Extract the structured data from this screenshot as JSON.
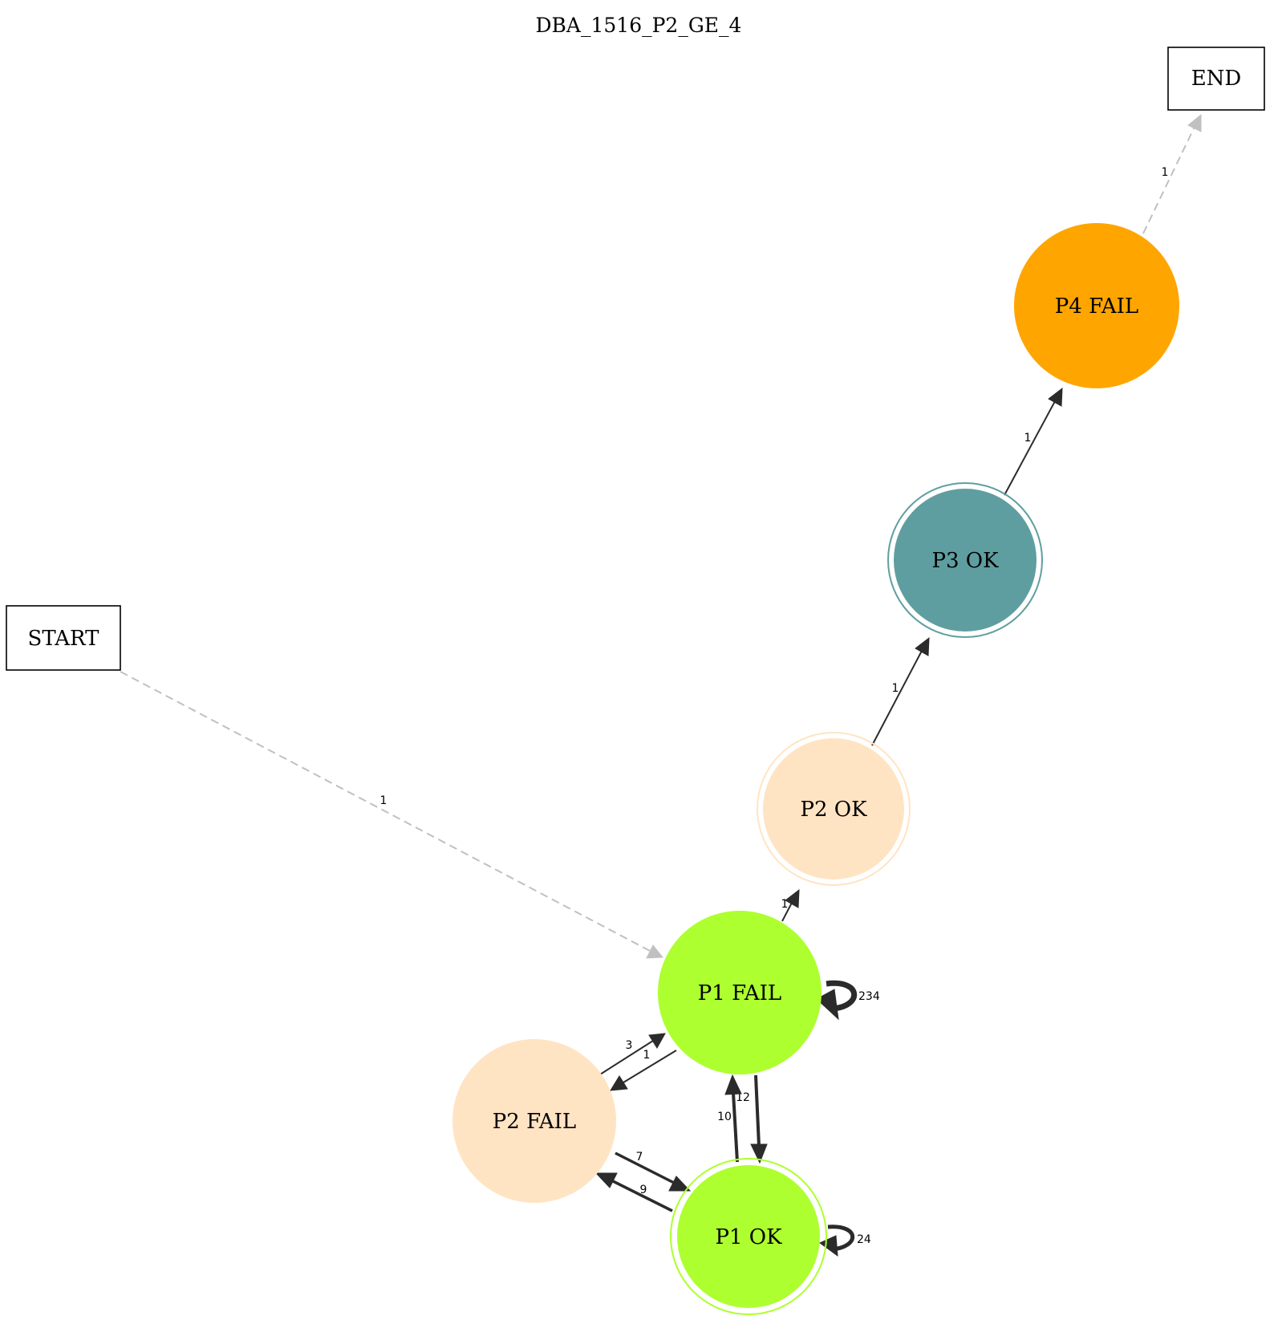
{
  "title": "DBA_1516_P2_GE_4",
  "nodes": {
    "start": {
      "label": "START"
    },
    "end": {
      "label": "END"
    },
    "p1_fail": {
      "label": "P1 FAIL",
      "color": "#adff2f"
    },
    "p1_ok": {
      "label": "P1 OK",
      "color": "#adff2f"
    },
    "p2_fail": {
      "label": "P2 FAIL",
      "color": "#ffe4c4"
    },
    "p2_ok": {
      "label": "P2 OK",
      "color": "#ffe4c4"
    },
    "p3_ok": {
      "label": "P3 OK",
      "color": "#5f9ea0"
    },
    "p4_fail": {
      "label": "P4 FAIL",
      "color": "#ffa500"
    }
  },
  "edges": {
    "start_to_p1_fail": "1",
    "p4_fail_to_end": "1",
    "p3_ok_to_p4_fail": "1",
    "p2_ok_to_p3_ok": "1",
    "p1_fail_to_p2_ok": "1",
    "p1_fail_self": "234",
    "p2_fail_to_p1_fail": "3",
    "p1_fail_to_p2_fail": "1",
    "p1_fail_to_p1_ok": "12",
    "p1_ok_to_p1_fail": "10",
    "p2_fail_to_p1_ok": "7",
    "p1_ok_to_p2_fail": "9",
    "p1_ok_self": "24"
  }
}
